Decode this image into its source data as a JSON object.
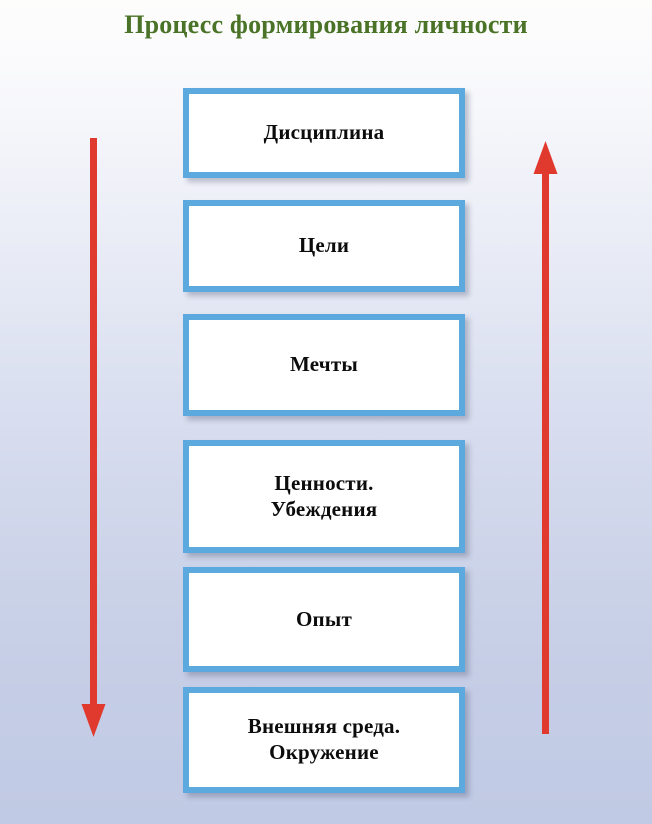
{
  "slide": {
    "title": "Процесс формирования личности",
    "title_color": "#4a7328",
    "background_top_color": "#fdfdfc",
    "background_bottom_color": "#c1cae4"
  },
  "diagram": {
    "type": "pyramid-stack",
    "box_border_color": "#5ba9de",
    "box_fill_color": "#ffffff",
    "box_text_color": "#0c0c0c",
    "boxes": [
      {
        "lines": [
          "Дисциплина"
        ]
      },
      {
        "lines": [
          "Цели"
        ]
      },
      {
        "lines": [
          "Мечты"
        ]
      },
      {
        "lines": [
          "Ценности.",
          "Убеждения"
        ]
      },
      {
        "lines": [
          "Опыт"
        ]
      },
      {
        "lines": [
          "Внешняя среда.",
          "Окружение"
        ]
      }
    ]
  },
  "arrows": {
    "color": "#e03a2f",
    "left": {
      "direction": "down",
      "label": ""
    },
    "right": {
      "direction": "up",
      "label": ""
    }
  }
}
